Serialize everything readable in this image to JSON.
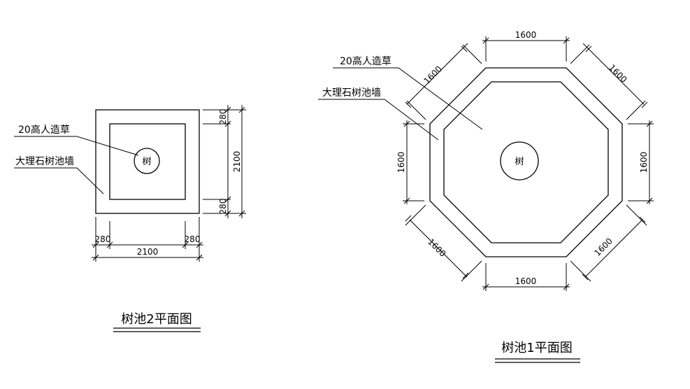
{
  "pool2": {
    "title": "树池2平面图",
    "grass_label": "20高人造草",
    "wall_label": "大理石树池墙",
    "tree_label": "树",
    "dim_wall_top": "280",
    "dim_total_v": "2100",
    "dim_wall_bottom": "280",
    "dim_wall_left": "280",
    "dim_total_h": "2100",
    "dim_wall_right": "280"
  },
  "pool1": {
    "title": "树池1平面图",
    "grass_label": "20高人造草",
    "wall_label": "大理石树池墙",
    "tree_label": "树",
    "dim_top": "1600",
    "dim_bottom": "1600",
    "dim_left": "1600",
    "dim_right": "1600",
    "dim_upper_left": "1600",
    "dim_upper_right": "1600",
    "dim_lower_left": "1600",
    "dim_lower_right": "1600"
  }
}
